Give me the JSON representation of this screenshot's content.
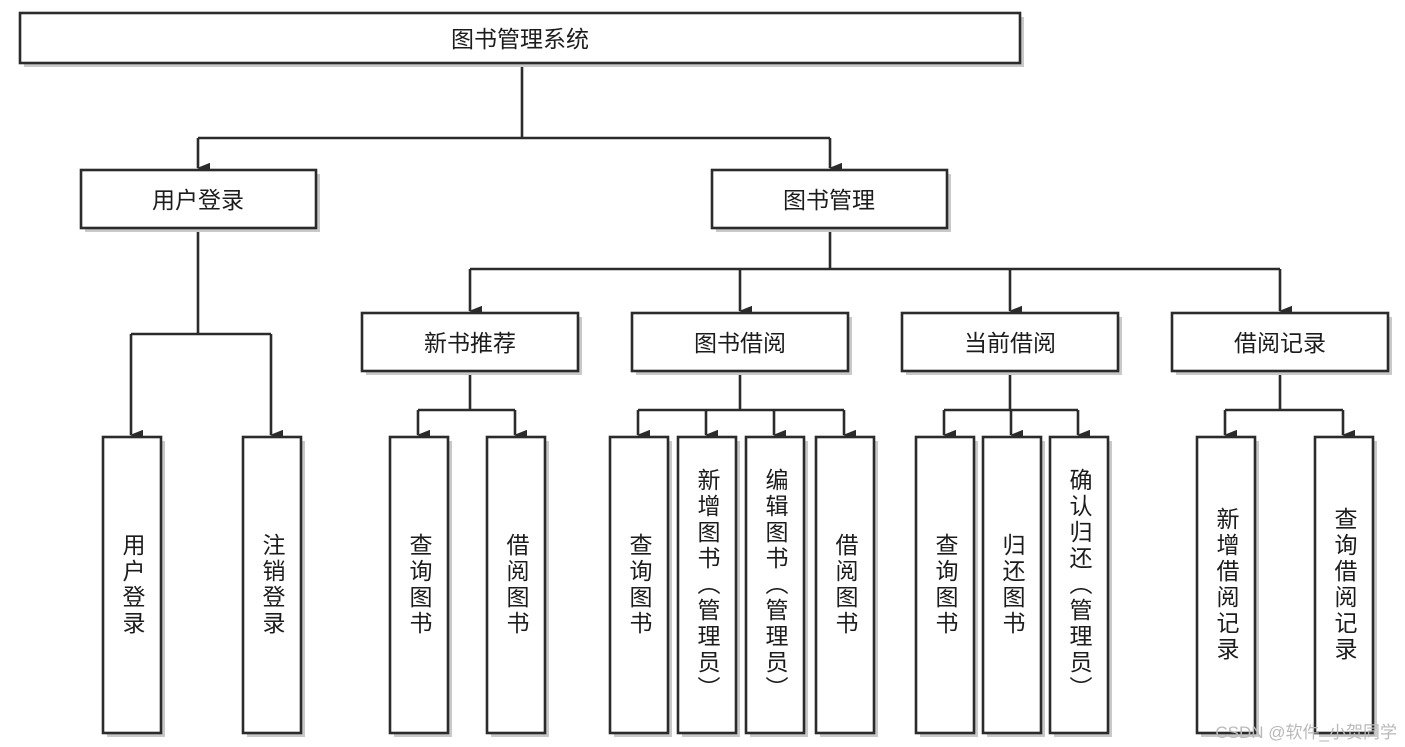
{
  "diagram": {
    "type": "tree",
    "title": "图书管理系统",
    "watermark": "CSDN @软件_小贺同学",
    "colors": {
      "background": "#ffffff",
      "stroke": "#2b2b2b",
      "text": "#1c1c1c",
      "shadow": "#9d9d9d",
      "watermark": "#b9b9b9"
    },
    "root": {
      "id": "root",
      "label": "图书管理系统"
    },
    "level2": [
      {
        "id": "user-login",
        "label": "用户登录"
      },
      {
        "id": "book-manage",
        "label": "图书管理"
      }
    ],
    "level3": [
      {
        "id": "new-book-recommend",
        "label": "新书推荐",
        "parent": "book-manage"
      },
      {
        "id": "book-borrow",
        "label": "图书借阅",
        "parent": "book-manage"
      },
      {
        "id": "current-borrow",
        "label": "当前借阅",
        "parent": "book-manage"
      },
      {
        "id": "borrow-record",
        "label": "借阅记录",
        "parent": "book-manage"
      }
    ],
    "leaves": [
      {
        "id": "leaf-user-login",
        "label": "用户登录",
        "parent": "user-login"
      },
      {
        "id": "leaf-user-logout",
        "label": "注销登录",
        "parent": "user-login"
      },
      {
        "id": "leaf-rec-query-book",
        "label": "查询图书",
        "parent": "new-book-recommend"
      },
      {
        "id": "leaf-rec-borrow-book",
        "label": "借阅图书",
        "parent": "new-book-recommend"
      },
      {
        "id": "leaf-borrow-query-book",
        "label": "查询图书",
        "parent": "book-borrow"
      },
      {
        "id": "leaf-borrow-add-book",
        "label": "新增图书（管理员）",
        "parent": "book-borrow"
      },
      {
        "id": "leaf-borrow-edit-book",
        "label": "编辑图书（管理员）",
        "parent": "book-borrow"
      },
      {
        "id": "leaf-borrow-borrow-book",
        "label": "借阅图书",
        "parent": "book-borrow"
      },
      {
        "id": "leaf-cur-query-book",
        "label": "查询图书",
        "parent": "current-borrow"
      },
      {
        "id": "leaf-cur-return-book",
        "label": "归还图书",
        "parent": "current-borrow"
      },
      {
        "id": "leaf-cur-confirm-return",
        "label": "确认归还（管理员）",
        "parent": "current-borrow"
      },
      {
        "id": "leaf-rec-add-record",
        "label": "新增借阅记录",
        "parent": "borrow-record"
      },
      {
        "id": "leaf-rec-query-record",
        "label": "查询借阅记录",
        "parent": "borrow-record"
      }
    ]
  }
}
